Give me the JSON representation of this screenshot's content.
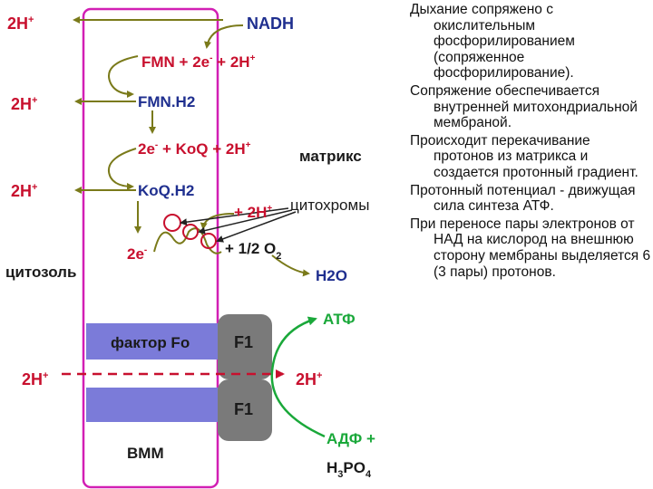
{
  "colors": {
    "membrane": "#d21fb4",
    "proton": "#c8102e",
    "carrier": "#1f2f8f",
    "olive_arrow": "#7a7a1a",
    "green_arrow": "#1aa83a",
    "band": "#7b7bd9",
    "f1_block": "#7a7a7a"
  },
  "diagram": {
    "proton_left_1": "2H",
    "proton_left_2": "2H",
    "proton_left_3": "2H",
    "proton_left_4": "2H",
    "proton_right": "2H",
    "plus": "+",
    "nadh": "NADH",
    "fmn_eq": "FMN + 2e",
    "fmn_eq_tail": " + 2H",
    "fmn_h2": "FMN.H2",
    "koq_eq": "2e",
    "koq_eq_tail": " + KoQ + 2H",
    "koq_h2": "KoQ.H2",
    "plus_2h": "+ 2H",
    "two_e": "2e",
    "minus": "-",
    "o2_part": "+ 1/2 O",
    "o2_sub": "2",
    "h2o": "H2O",
    "matrix": "матрикс",
    "cytochromes": "цитохромы",
    "cytosol": "цитозоль",
    "factor_fo": "фактор Fo",
    "f1_top": "F1",
    "f1_bottom": "F1",
    "atp": "АТФ",
    "adp": "АДФ +",
    "h3po4_h": "H",
    "h3po4_3": "3",
    "h3po4_po": "PO",
    "h3po4_4": "4",
    "vmm": "ВММ"
  },
  "notes": [
    "Дыхание сопряжено с окислительным фосфорилированием (сопряженное фосфорилирование).",
    "Сопряжение обеспечивается внутренней митохондриальной мембраной.",
    "Происходит перекачивание протонов из матрикса и создается протонный градиент.",
    "Протонный потенциал - движущая сила синтеза АТФ.",
    "При переносе пары электронов от НАД на кислород на внешнюю сторону мембраны выделяется 6 (3 пары) протонов."
  ]
}
